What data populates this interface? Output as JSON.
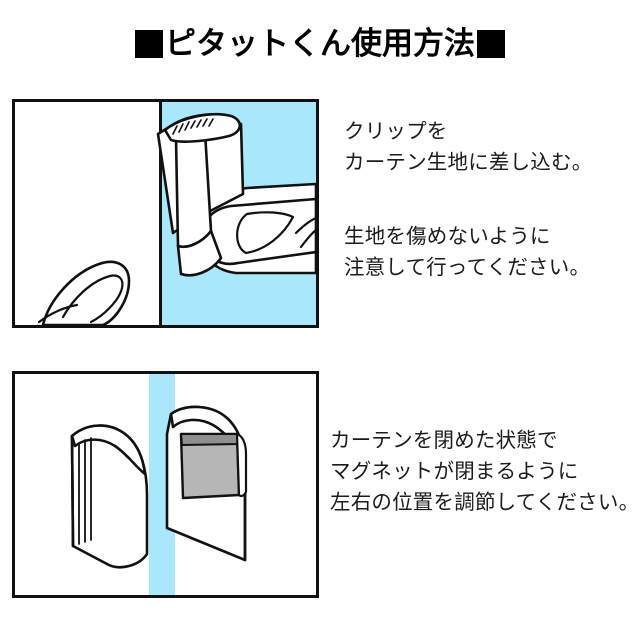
{
  "title": {
    "marker_left": "filled-square",
    "text": "ピタットくん使用方法",
    "marker_right": "filled-square"
  },
  "colors": {
    "cyan": "#a9e7fb",
    "magnet_gray": "#b6b6b6",
    "magnet_gray_dark": "#8f8f8f",
    "outline": "#111111",
    "text": "#1b1b1b",
    "background": "#ffffff"
  },
  "steps": [
    {
      "id": "step-1",
      "illustration": {
        "name": "clip-insertion-illustration",
        "description": "手でクリップをカーテン生地に差し込む図",
        "left_half_fill": "#ffffff",
        "right_half_fill": "#a9e7fb",
        "arrow_direction": "left",
        "arrow_color": "#000000"
      },
      "captions": [
        "クリップを\nカーテン生地に差し込む。",
        "生地を傷めないように\n注意して行ってください。"
      ]
    },
    {
      "id": "step-2",
      "illustration": {
        "name": "magnet-alignment-illustration",
        "description": "カーテンを閉めた状態でマグネットが閉まる図",
        "gap_strip_fill": "#a9e7fb",
        "magnet_fill": "#b6b6b6"
      },
      "captions": [
        "カーテンを閉めた状態で\nマグネットが閉まるように\n左右の位置を調節してください。"
      ]
    }
  ]
}
